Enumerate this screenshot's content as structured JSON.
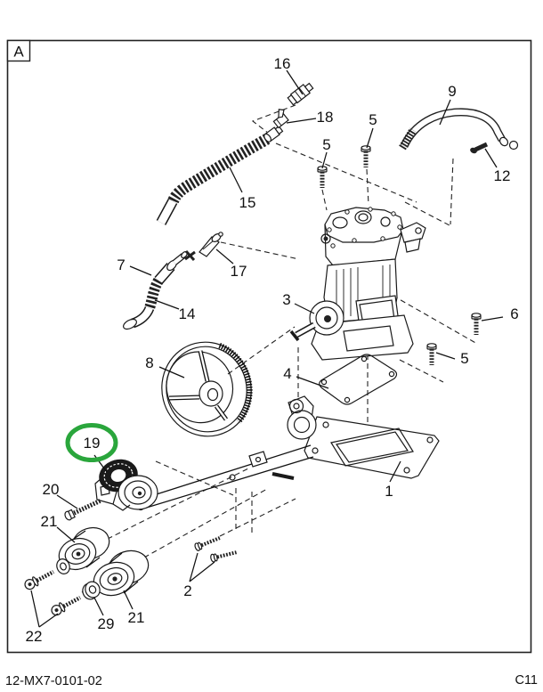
{
  "frame": {
    "view_label": "A",
    "doc_number": "12-MX7-0101-02",
    "page_code": "C11"
  },
  "highlight": {
    "color": "#2AA63C",
    "circled_part": "19"
  },
  "callouts": [
    {
      "label": "16"
    },
    {
      "label": "18"
    },
    {
      "label": "5"
    },
    {
      "label": "5"
    },
    {
      "label": "9"
    },
    {
      "label": "12"
    },
    {
      "label": "15"
    },
    {
      "label": "7"
    },
    {
      "label": "17"
    },
    {
      "label": "14"
    },
    {
      "label": "3"
    },
    {
      "label": "6"
    },
    {
      "label": "5"
    },
    {
      "label": "8"
    },
    {
      "label": "4"
    },
    {
      "label": "1"
    },
    {
      "label": "19",
      "highlighted": true
    },
    {
      "label": "20"
    },
    {
      "label": "21"
    },
    {
      "label": "21"
    },
    {
      "label": "29"
    },
    {
      "label": "22"
    },
    {
      "label": "2"
    }
  ]
}
